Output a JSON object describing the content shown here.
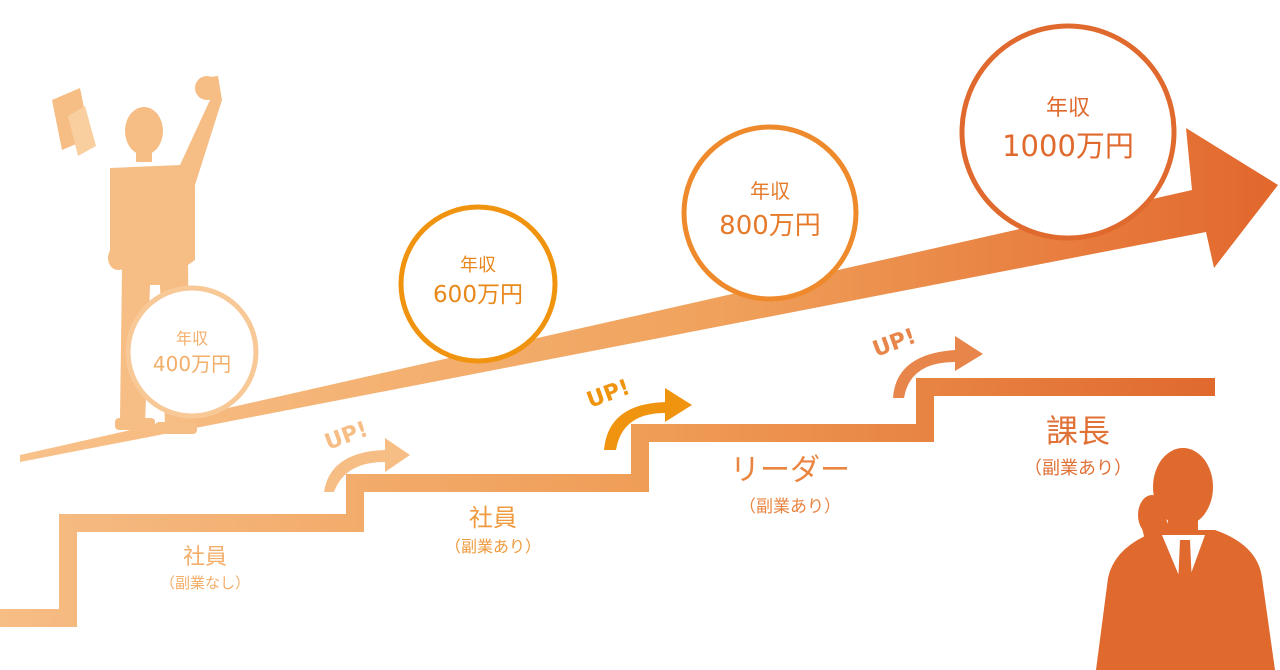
{
  "colors": {
    "light": "#f6bd85",
    "mid": "#ef9a3c",
    "orange": "#f0940f",
    "dark": "#e06a2e",
    "up_text": "#e8854a",
    "label_light": "#f3ae6a",
    "label_dark": "#e07137"
  },
  "circles": [
    {
      "line1": "年収",
      "line2": "400万円"
    },
    {
      "line1": "年収",
      "line2": "600万円"
    },
    {
      "line1": "年収",
      "line2": "800万円"
    },
    {
      "line1": "年収",
      "line2": "1000万円"
    }
  ],
  "up_badges": [
    "UP!",
    "UP!",
    "UP!"
  ],
  "steps": [
    {
      "title": "社員",
      "sub": "（副業なし）"
    },
    {
      "title": "社員",
      "sub": "（副業あり）"
    },
    {
      "title": "リーダー",
      "sub": "（副業あり）"
    },
    {
      "title": "課長",
      "sub": "（副業あり）"
    }
  ]
}
